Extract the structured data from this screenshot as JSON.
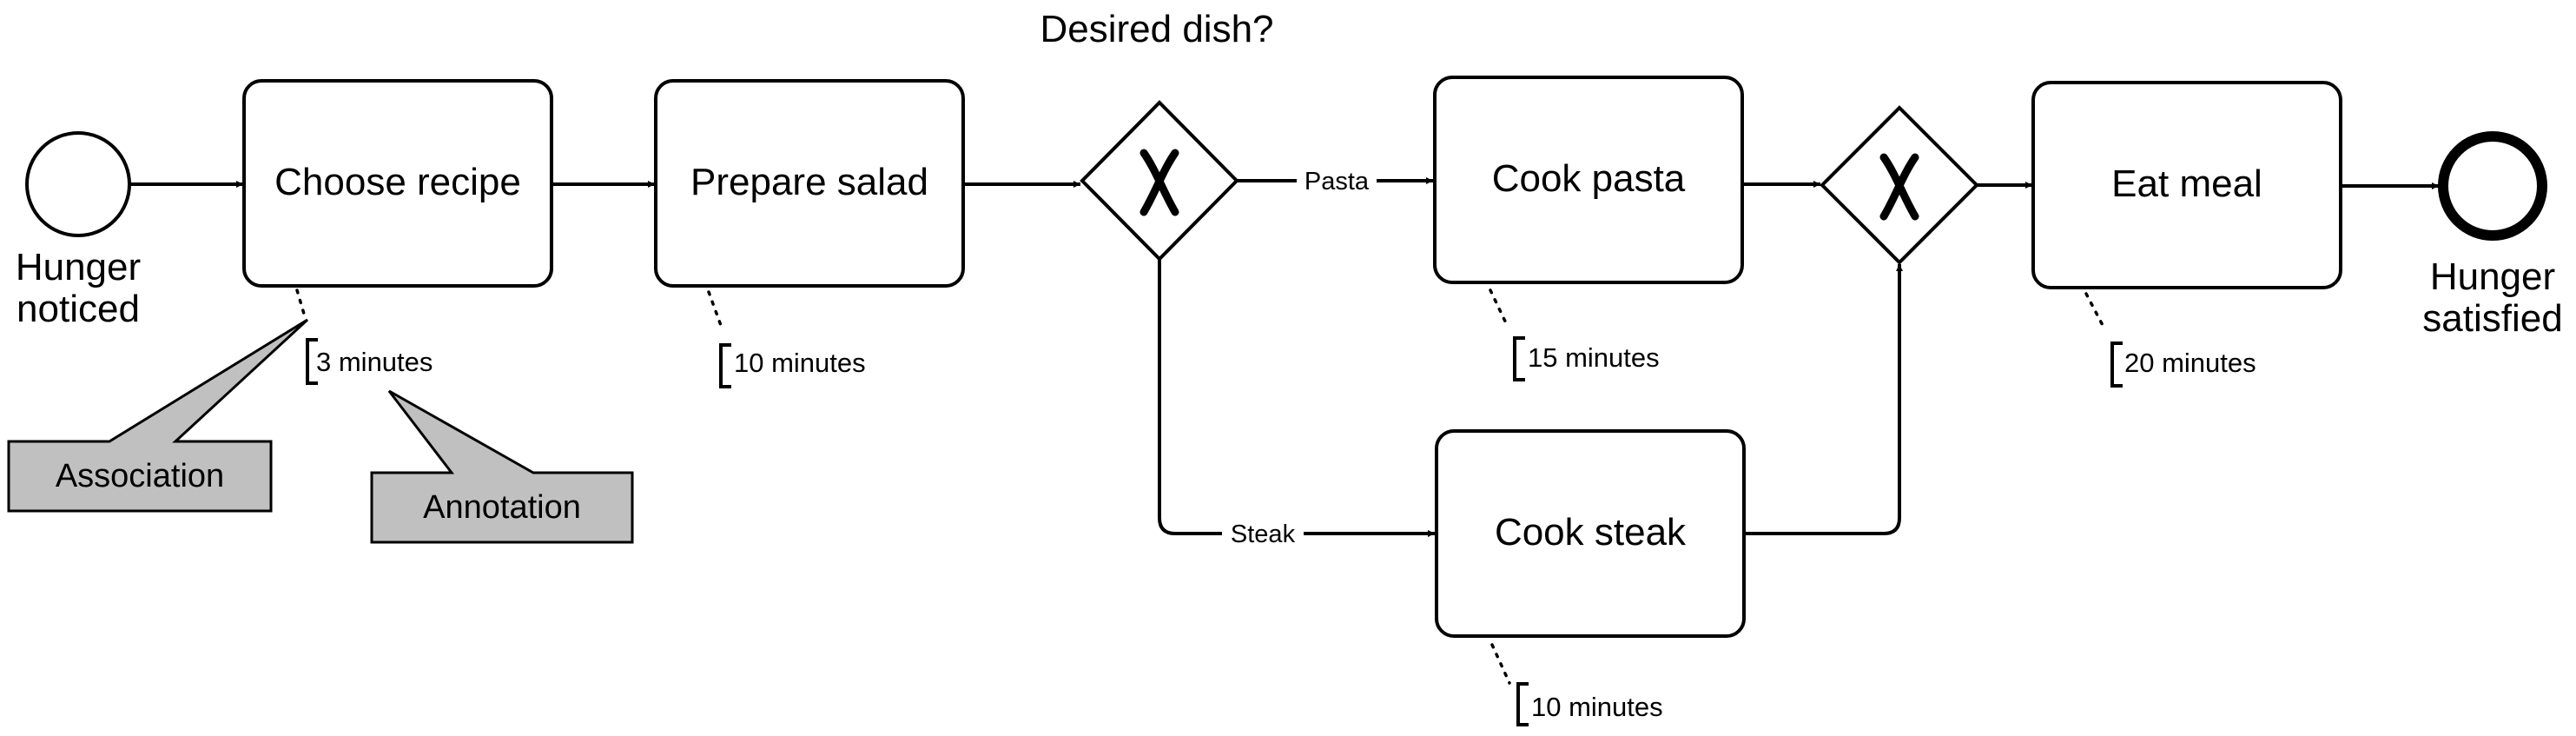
{
  "events": {
    "start_label_line1": "Hunger",
    "start_label_line2": "noticed",
    "end_label_line1": "Hunger",
    "end_label_line2": "satisfied"
  },
  "tasks": {
    "choose_recipe": "Choose recipe",
    "prepare_salad": "Prepare salad",
    "cook_pasta": "Cook pasta",
    "cook_steak": "Cook steak",
    "eat_meal": "Eat meal"
  },
  "gateway": {
    "question": "Desired dish?",
    "split_marker": "X",
    "join_marker": "X"
  },
  "flows": {
    "pasta_label": "Pasta",
    "steak_label": "Steak"
  },
  "annotations": {
    "choose_recipe": "3 minutes",
    "prepare_salad": "10 minutes",
    "cook_pasta": "15 minutes",
    "cook_steak": "10 minutes",
    "eat_meal": "20 minutes"
  },
  "callouts": {
    "association": "Association",
    "annotation": "Annotation"
  },
  "colors": {
    "stroke": "#000000",
    "callout_fill": "#c0c0c0",
    "background": "#ffffff"
  }
}
